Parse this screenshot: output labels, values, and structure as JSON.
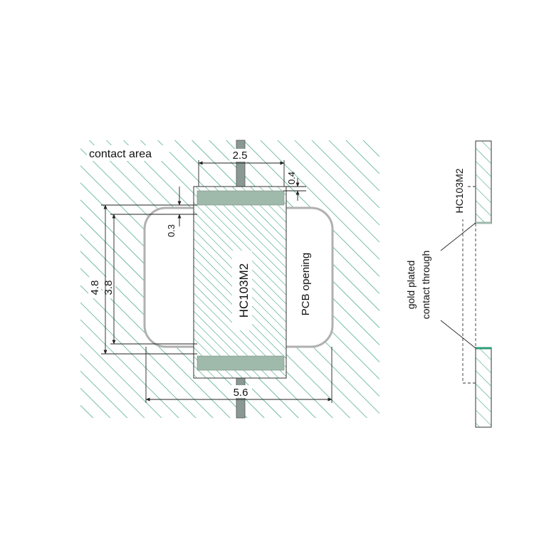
{
  "labels": {
    "contact_area": "contact area",
    "component_name": "HC103M2",
    "pcb_opening": "PCB opening",
    "side_component_name": "HC103M2",
    "gold_line1": "gold plated",
    "gold_line2": "contact through"
  },
  "dimensions": {
    "width_component": "2.5",
    "pad_gap": "0.4",
    "pad_height": "0.3",
    "outer_height": "4.8",
    "inner_height": "3.8",
    "opening_width": "5.6"
  },
  "colors": {
    "hatch": "#2e9c74",
    "pad": "#9fb9ab",
    "opening_border": "#b0b0b0",
    "line": "#222222"
  }
}
